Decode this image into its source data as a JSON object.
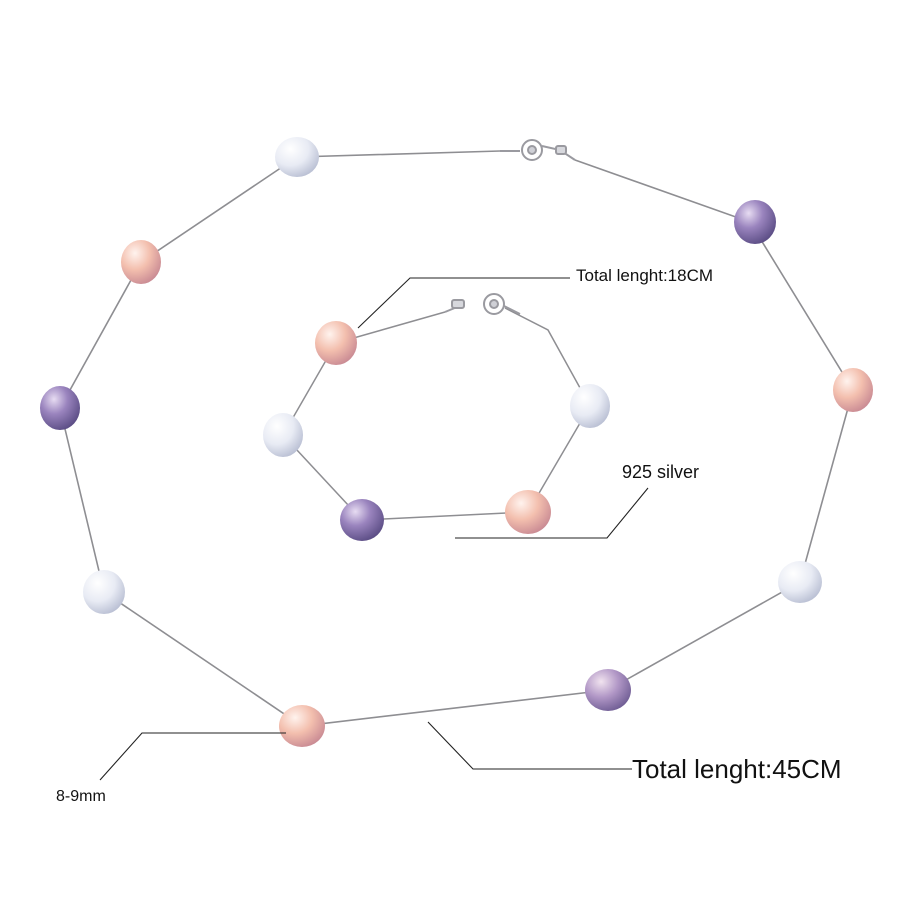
{
  "labels": {
    "bracelet_length": "Total lenght:18CM",
    "material": "925 silver",
    "necklace_length": "Total lenght:45CM",
    "pearl_size": "8-9mm"
  },
  "colors": {
    "chain": "#8e8e92",
    "leader_line": "#222222",
    "pearl_white": "#eef0f6",
    "pearl_pink": "#f1b8aa",
    "pearl_purple": "#8c79b0"
  }
}
